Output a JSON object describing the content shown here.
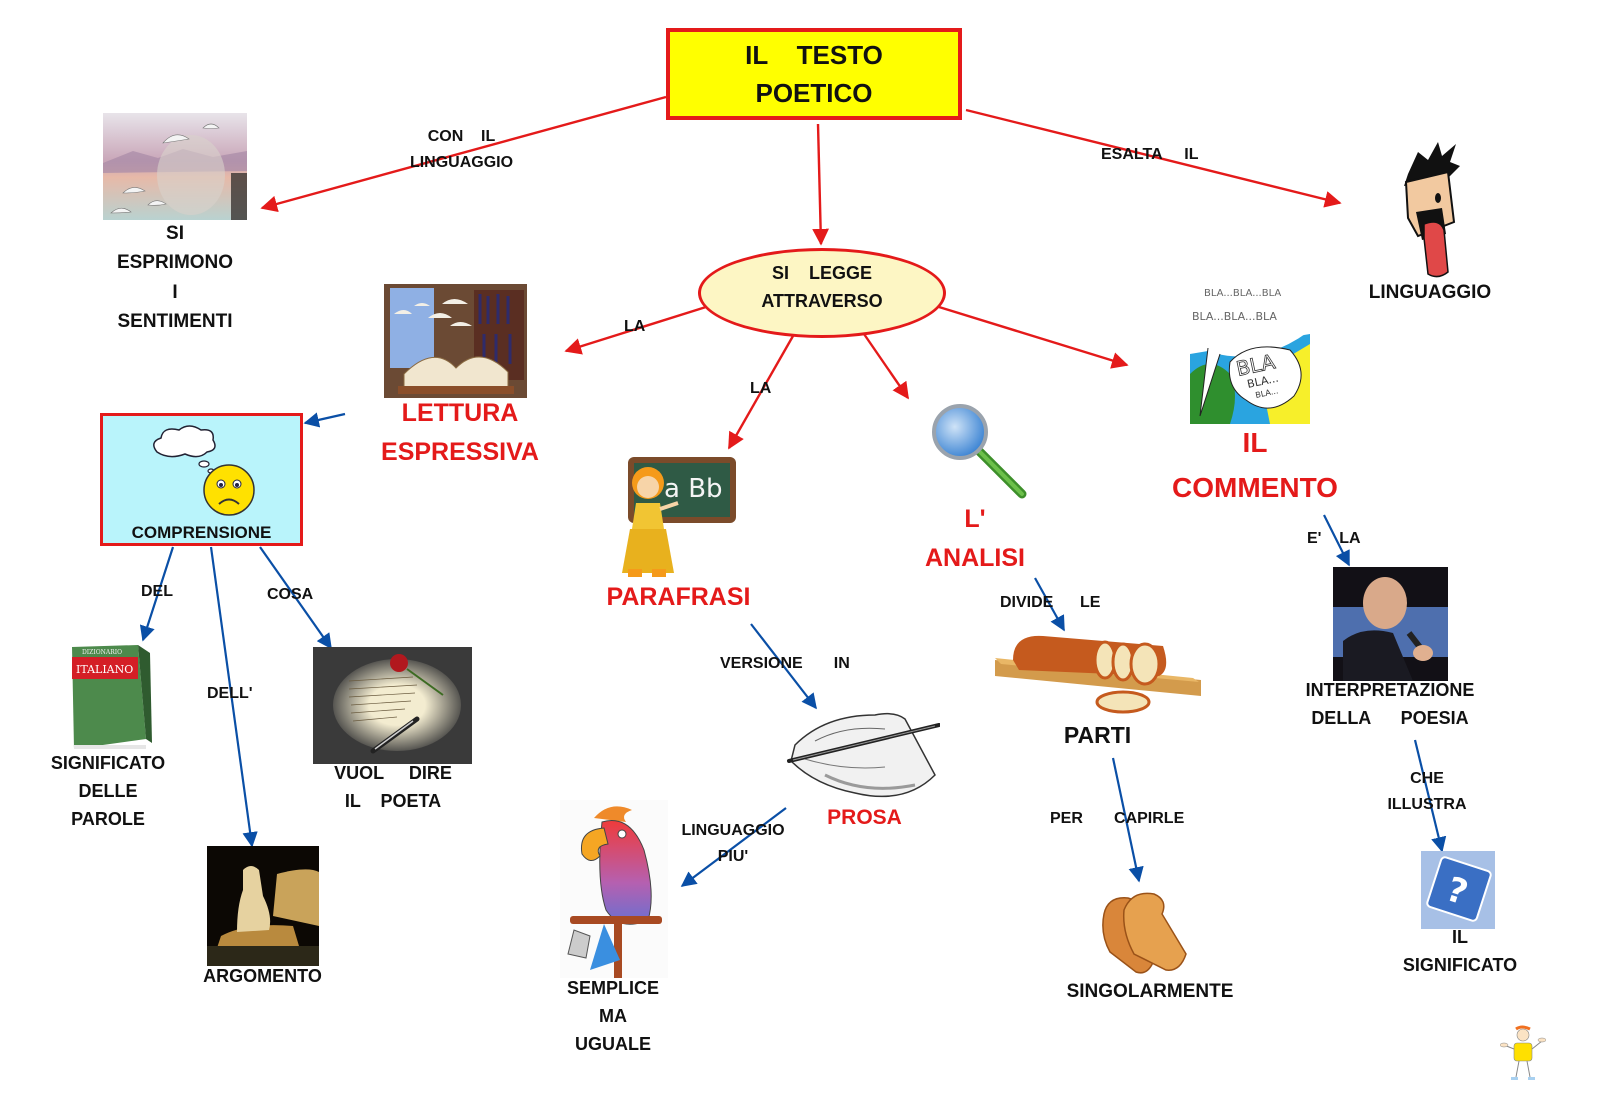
{
  "title": [
    "IL    TESTO",
    "POETICO"
  ],
  "hub": [
    "SI    LEGGE",
    "ATTRAVERSO"
  ],
  "colors": {
    "red": "#e41a1a",
    "blue": "#0a4fa6",
    "yellow": "#ffff00",
    "hub_fill": "#fdf6c4",
    "comp_fill": "#b9f4fb"
  },
  "nodes": {
    "sentimenti": "SI\nESPRIMONO\nI\nSENTIMENTI",
    "linguaggio": "LINGUAGGIO",
    "lettura": "LETTURA\nESPRESSIVA",
    "comprensione": "COMPRENSIONE",
    "parafrasi": "PARAFRASI",
    "analisi": "L'\nANALISI",
    "commento": "IL\nCOMMENTO",
    "significato_parole": "SIGNIFICATO\nDELLE\nPAROLE",
    "argomento": "ARGOMENTO",
    "vuol_dire": "VUOL     DIRE\nIL    POETA",
    "prosa": "PROSA",
    "semplice": "SEMPLICE\nMA\nUGUALE",
    "parti": "PARTI",
    "singolarmente": "SINGOLARMENTE",
    "interpretazione": "INTERPRETAZIONE\nDELLA      POESIA",
    "il_significato": "IL\nSIGNIFICATO"
  },
  "edge_labels": {
    "con_il_linguaggio": "CON    IL\nLINGUAGGIO",
    "esalta_il": "ESALTA     IL",
    "la_left": "LA",
    "la_mid": "LA",
    "del": "DEL",
    "dell": "DELL'",
    "cosa": "COSA",
    "versione_in": "VERSIONE       IN",
    "linguaggio_piu": "LINGUAGGIO\nPIU'",
    "divide_le": "DIVIDE      LE",
    "per_capirle": "PER       CAPIRLE",
    "e_la": "E'    LA",
    "che_illustra": "CHE\nILLUSTRA"
  },
  "images": {
    "sentimenti": "seagulls-face-image",
    "linguaggio": "cartoon-tongue-image",
    "lettura": "flying-book-image",
    "comprensione": "thinking-sad-face-image",
    "parafrasi": "teacher-blackboard-image",
    "blackboard_text": "a Bb",
    "analisi": "magnifying-glass-image",
    "commento": "bla-bla-bubbles-image",
    "bla_lines": [
      "BLA...BLA...BLA",
      "BLA...BLA...BLA",
      "BLA",
      "BLA...",
      "BLA..."
    ],
    "dizionario": "dictionary-image",
    "dizionario_lines": [
      "DIZIONARIO",
      "ITALIANO"
    ],
    "argomento": "person-by-water-image",
    "vuol_dire": "letter-rose-pen-image",
    "prosa": "hand-writing-image",
    "semplice": "parrot-image",
    "parti": "sliced-bread-image",
    "singolarmente": "rusk-slices-image",
    "interpretazione": "speaker-microphone-image",
    "il_significato": "question-mark-image",
    "mascot": "stick-figure-mascot"
  }
}
